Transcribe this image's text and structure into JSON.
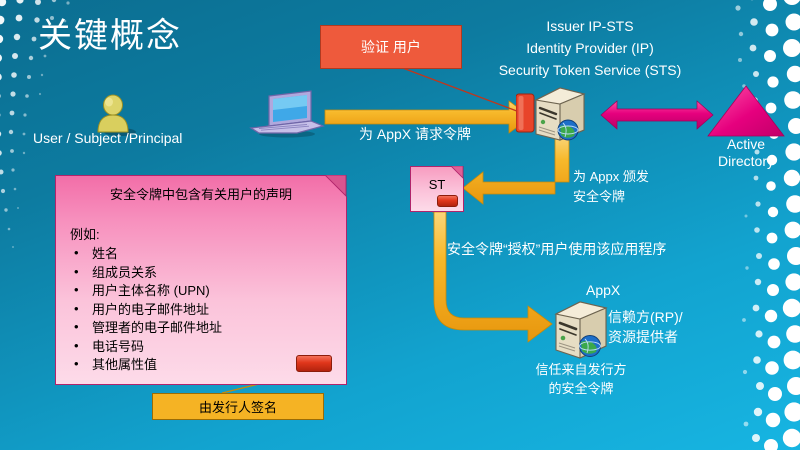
{
  "slide": {
    "title": "关键概念",
    "background_color": "#0d7ba0",
    "accent_color": "#f5b324"
  },
  "actors": {
    "user_label": "User / Subject /Principal",
    "laptop_icon": "laptop-icon",
    "user_icon": "user-person-icon",
    "sts": {
      "line1": "Issuer IP-STS",
      "line2": "Identity Provider (IP)",
      "line3": "Security Token Service (STS)",
      "icon": "server-icon"
    },
    "active_directory": {
      "line1": "Active",
      "line2": "Directory",
      "icon": "triangle-icon",
      "color": "#e6007e"
    },
    "appx": {
      "title": "AppX",
      "role_line1": "信赖方(RP)/",
      "role_line2": "资源提供者",
      "trust_line1": "信任来自发行方",
      "trust_line2": "的安全令牌",
      "icon": "server-icon"
    }
  },
  "callouts": {
    "verify": {
      "text": "验证 用户",
      "fill": "#ee5a3c",
      "border": "#b03a20"
    },
    "signed_by_issuer": {
      "text": "由发行人签名",
      "fill": "#f5b324",
      "border": "#9a6c06"
    }
  },
  "arrows": {
    "request_token": "为 AppX 请求令牌",
    "issue_token_line1": "为 Appx 颁发",
    "issue_token_line2": "安全令牌",
    "authorize": "安全令牌“授权”用户使用该应用程序",
    "color": "#f5b324",
    "ad_arrow_color": "#e6007e"
  },
  "claims_box": {
    "title": "安全令牌中包含有关用户的声明",
    "heading": "例如:",
    "items": [
      "姓名",
      "组成员关系",
      "用户主体名称 (UPN)",
      "用户的电子邮件地址",
      "管理者的电子邮件地址",
      "电话号码",
      "其他属性值"
    ],
    "fill": "#f791be",
    "border": "#b0246b"
  },
  "token": {
    "label": "ST",
    "fill": "#fbc0d8",
    "border": "#b0246b"
  }
}
